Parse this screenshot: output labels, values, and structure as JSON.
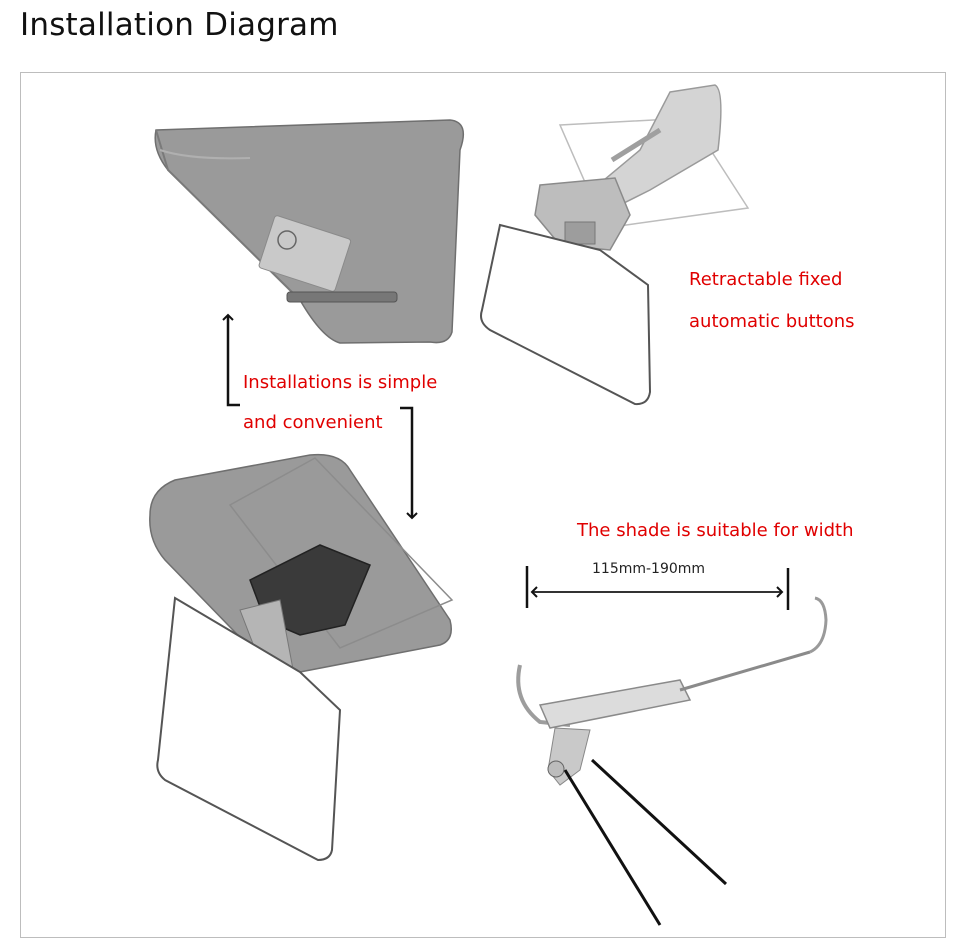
{
  "title": "Installation Diagram",
  "labels": {
    "retractable_line1": "Retractable fixed",
    "retractable_line2": "automatic buttons",
    "install_line1": "Installations is simple",
    "install_line2": "and convenient",
    "shade_width": "The shade is suitable for width",
    "dimension": "115mm-190mm"
  },
  "colors": {
    "annotation": "#e00000",
    "visor": "#8e8e8e",
    "arrow": "#111111"
  },
  "icons": [
    "up-arrow-icon",
    "down-arrow-icon",
    "dimension-arrow-icon"
  ]
}
